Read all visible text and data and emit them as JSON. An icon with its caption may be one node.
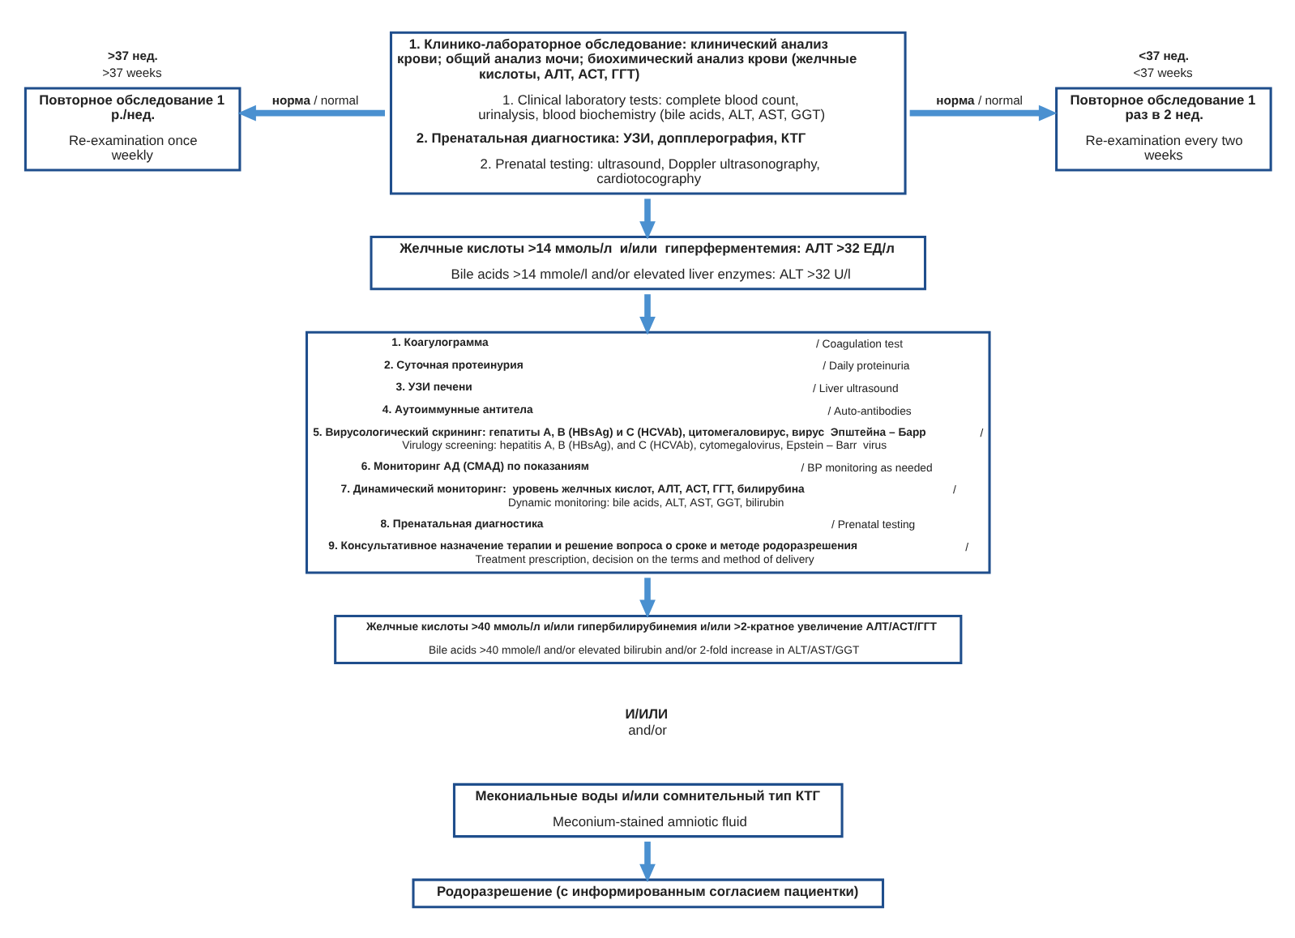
{
  "diagram": {
    "nodes": [
      {
        "text": [
          "1. Клинико-лабораторное обследование: клинический анализ крови; общий анализ мочи; биохимический анализ крови (желчные кислоты, АЛТ, АСТ, ГГТ)",
          "1. Clinical laboratory tests: complete blood count, urinalysis, blood biochemistry (bile acids, ALT, AST, GGT)",
          "2. Пренатальная диагностика: УЗИ, допплерография, КТГ",
          "2. Prenatal testing: ultrasound, Doppler ultrasonography, cardiotocography"
        ]
      },
      {
        "text": [
          "Повторное обследование 1 р./нед.",
          "Re-examination once weekly"
        ],
        "beside": [
          ">37 нед.",
          ">37 weeks"
        ]
      },
      {
        "text": [
          "Повторное обследование 1 раз в 2 нед.",
          "Re-examination every two weeks"
        ],
        "beside": [
          "<37 нед.",
          "<37 weeks"
        ]
      },
      {
        "text": [
          "Желчные кислоты >14 ммоль/л  и/или  гиперферментемия: АЛТ >32 ЕД/л",
          "Bile acids >14 mmole/l and/or elevated liver enzymes: ALT >32 U/l"
        ]
      },
      {
        "text": [
          "**1. Коагулограмма** / Coagulation test",
          "**2. Суточная протеинурия** / Daily proteinuria",
          "**3. УЗИ печени** / Liver ultrasound",
          "**4. Аутоиммунные антитела** / Auto-antibodies",
          "**5. Вирусологический скрининг: гепатиты А, В (HBsAg) и С (HCVAb), цитомегаловирус, вирус  Эпштейна – Барр** / Virulogy screening: hepatitis A, B (HBsAg), and C (HCVAb), cytomegalovirus, Epstein – Barr  virus",
          "**6. Мониторинг АД (СМАД) по показаниям** / BP monitoring as needed",
          "**7. Динамический мониторинг:  уровень желчных кислот, АЛТ, АСТ, ГГТ, билирубина** / Dynamic monitoring: bile acids, ALT, AST, GGT, bilirubin",
          "**8. Пренатальная диагностика** / Prenatal testing",
          "**9. Консультативное назначение терапии и решение вопроса о сроке и методе родоразрешения** / Treatment prescription, decision on the terms and method of delivery"
        ]
      },
      {
        "text": [
          "Желчные кислоты >40 ммоль/л и/или гипербилирубинемия и/или >2-кратное увеличение АЛТ/АСТ/ГГТ",
          "Bile acids >40 mmole/l and/or elevated bilirubin and/or 2-fold increase in ALT/AST/GGT"
        ]
      },
      {
        "text": [
          "Мекониальные воды и/или сомнительный тип КТГ",
          "Meconium-stained amniotic fluid"
        ]
      },
      {
        "text": [
          "Родоразрешение (с информированным согласием пациентки)"
        ]
      }
    ],
    "edges": [
      {
        "from": 0,
        "to": 1,
        "arrow": "to",
        "label": "**норма** / normal"
      },
      {
        "from": 0,
        "to": 2,
        "arrow": "to",
        "label": "**норма** / normal"
      },
      {
        "from": 0,
        "to": 3,
        "arrow": "to"
      },
      {
        "from": 3,
        "to": 4,
        "arrow": "to"
      },
      {
        "from": 4,
        "to": 5,
        "arrow": "to"
      },
      {
        "from": 6,
        "to": 7,
        "arrow": "to"
      }
    ],
    "labels": [
      "И/ИЛИ",
      "and/or"
    ]
  }
}
